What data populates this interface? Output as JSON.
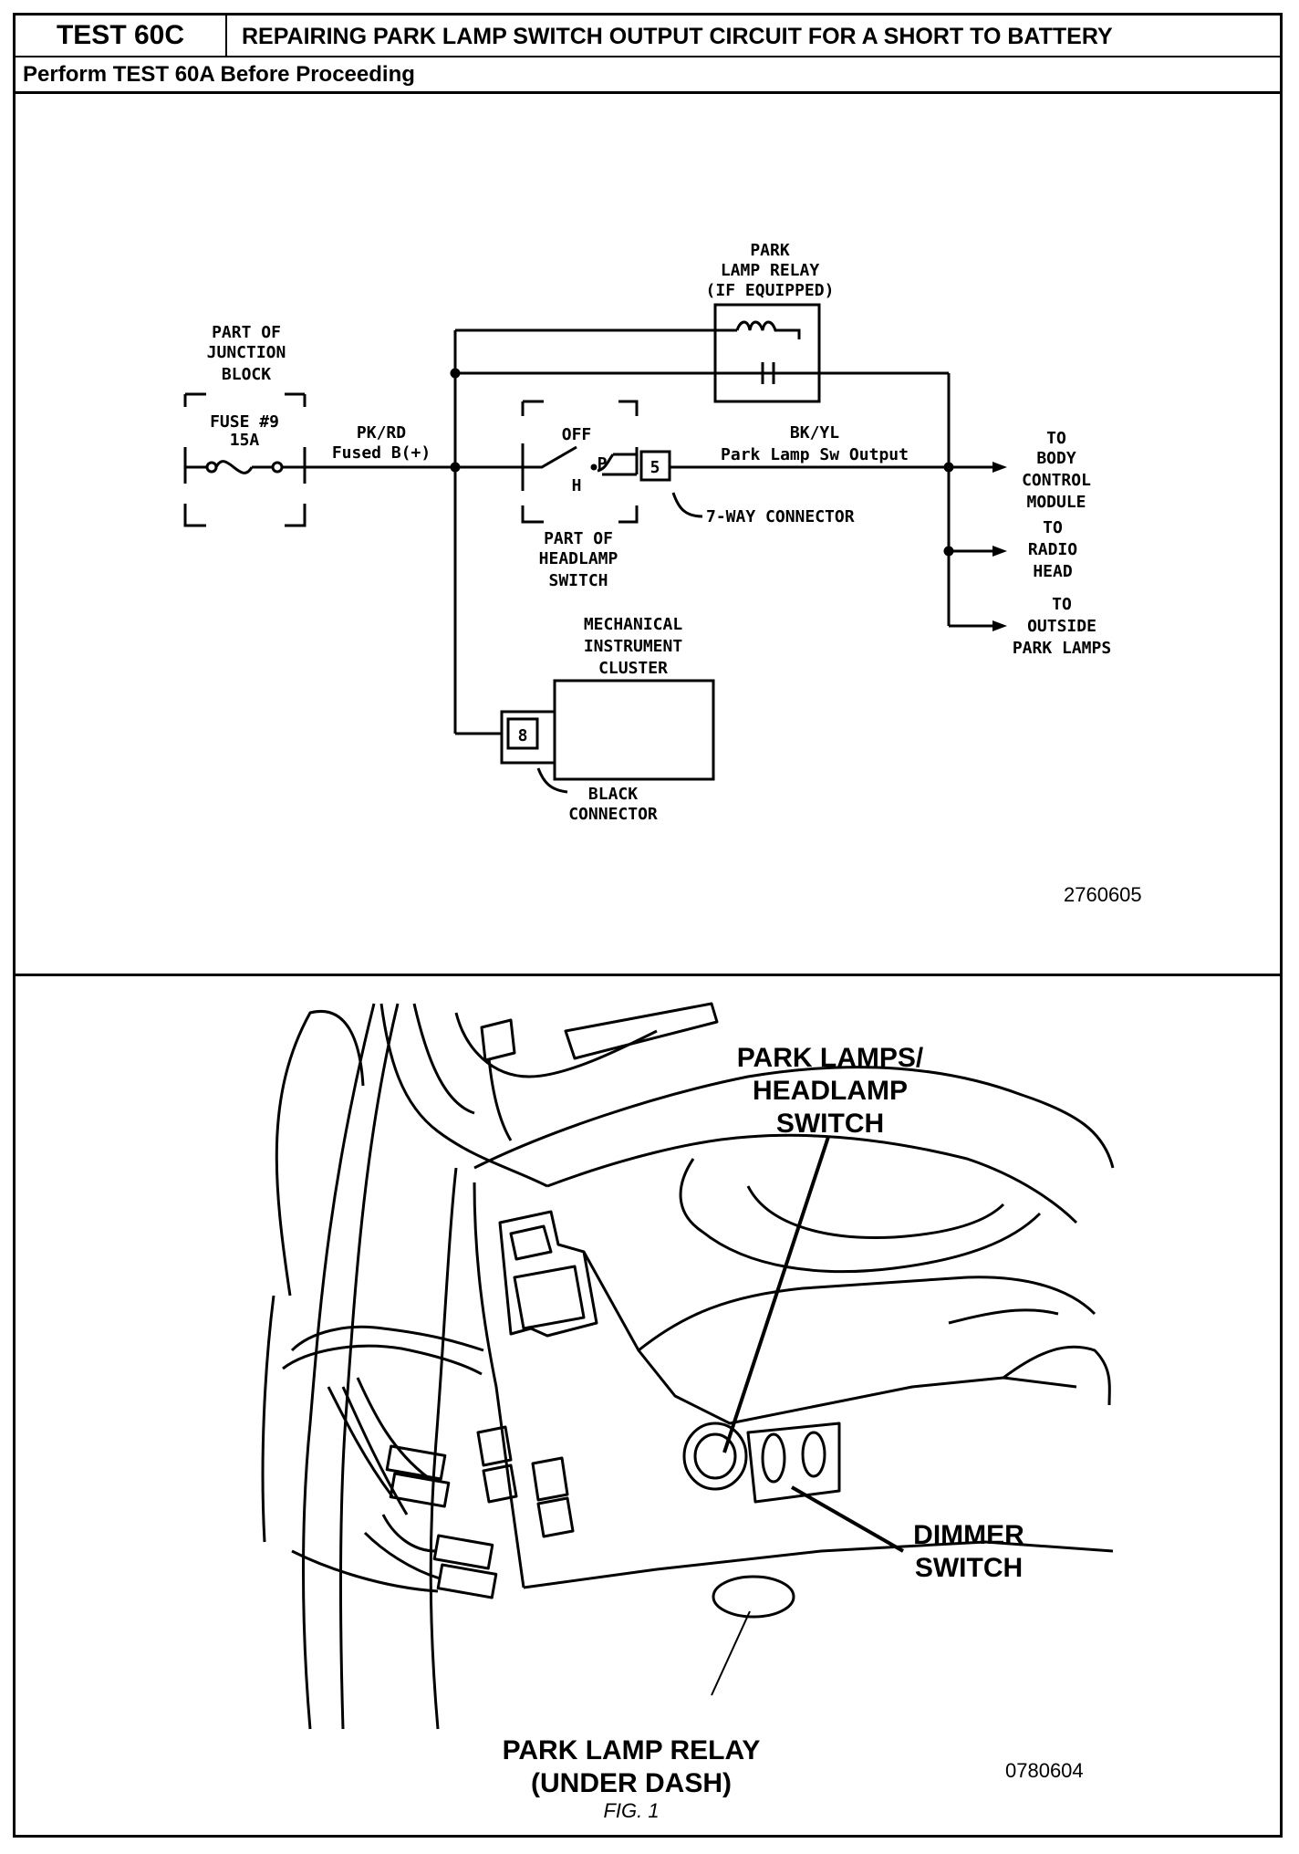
{
  "header": {
    "test_id": "TEST 60C",
    "title": "REPAIRING PARK LAMP SWITCH OUTPUT CIRCUIT FOR A SHORT TO BATTERY",
    "prerequisite": "Perform TEST 60A Before Proceeding"
  },
  "schematic": {
    "relay_label": [
      "PARK",
      "LAMP RELAY",
      "(IF EQUIPPED)"
    ],
    "junction_label": [
      "PART OF",
      "JUNCTION",
      "BLOCK"
    ],
    "fuse_label": [
      "FUSE #9",
      "15A"
    ],
    "feed_wire": [
      "PK/RD",
      "Fused B(+)"
    ],
    "switch_off": "OFF",
    "switch_p": "P",
    "switch_h": "H",
    "connector_pin": "5",
    "output_wire": [
      "BK/YL",
      "Park Lamp Sw Output"
    ],
    "connector_7way": "7-WAY CONNECTOR",
    "headlamp_switch_label": [
      "PART OF",
      "HEADLAMP",
      "SWITCH"
    ],
    "destinations": [
      [
        "TO",
        "BODY",
        "CONTROL",
        "MODULE"
      ],
      [
        "TO",
        "RADIO",
        "HEAD"
      ],
      [
        "TO",
        "OUTSIDE",
        "PARK LAMPS"
      ]
    ],
    "cluster_label": [
      "MECHANICAL",
      "INSTRUMENT",
      "CLUSTER"
    ],
    "cluster_pin": "8",
    "black_connector": [
      "BLACK",
      "CONNECTOR"
    ],
    "figure_id": "2760605"
  },
  "illustration": {
    "callout_switch": [
      "PARK LAMPS/",
      "HEADLAMP",
      "SWITCH"
    ],
    "callout_dimmer": [
      "DIMMER",
      "SWITCH"
    ],
    "callout_relay": [
      "PARK LAMP RELAY",
      "(UNDER DASH)"
    ],
    "figure_id": "0780604",
    "fig_caption": "FIG. 1"
  }
}
